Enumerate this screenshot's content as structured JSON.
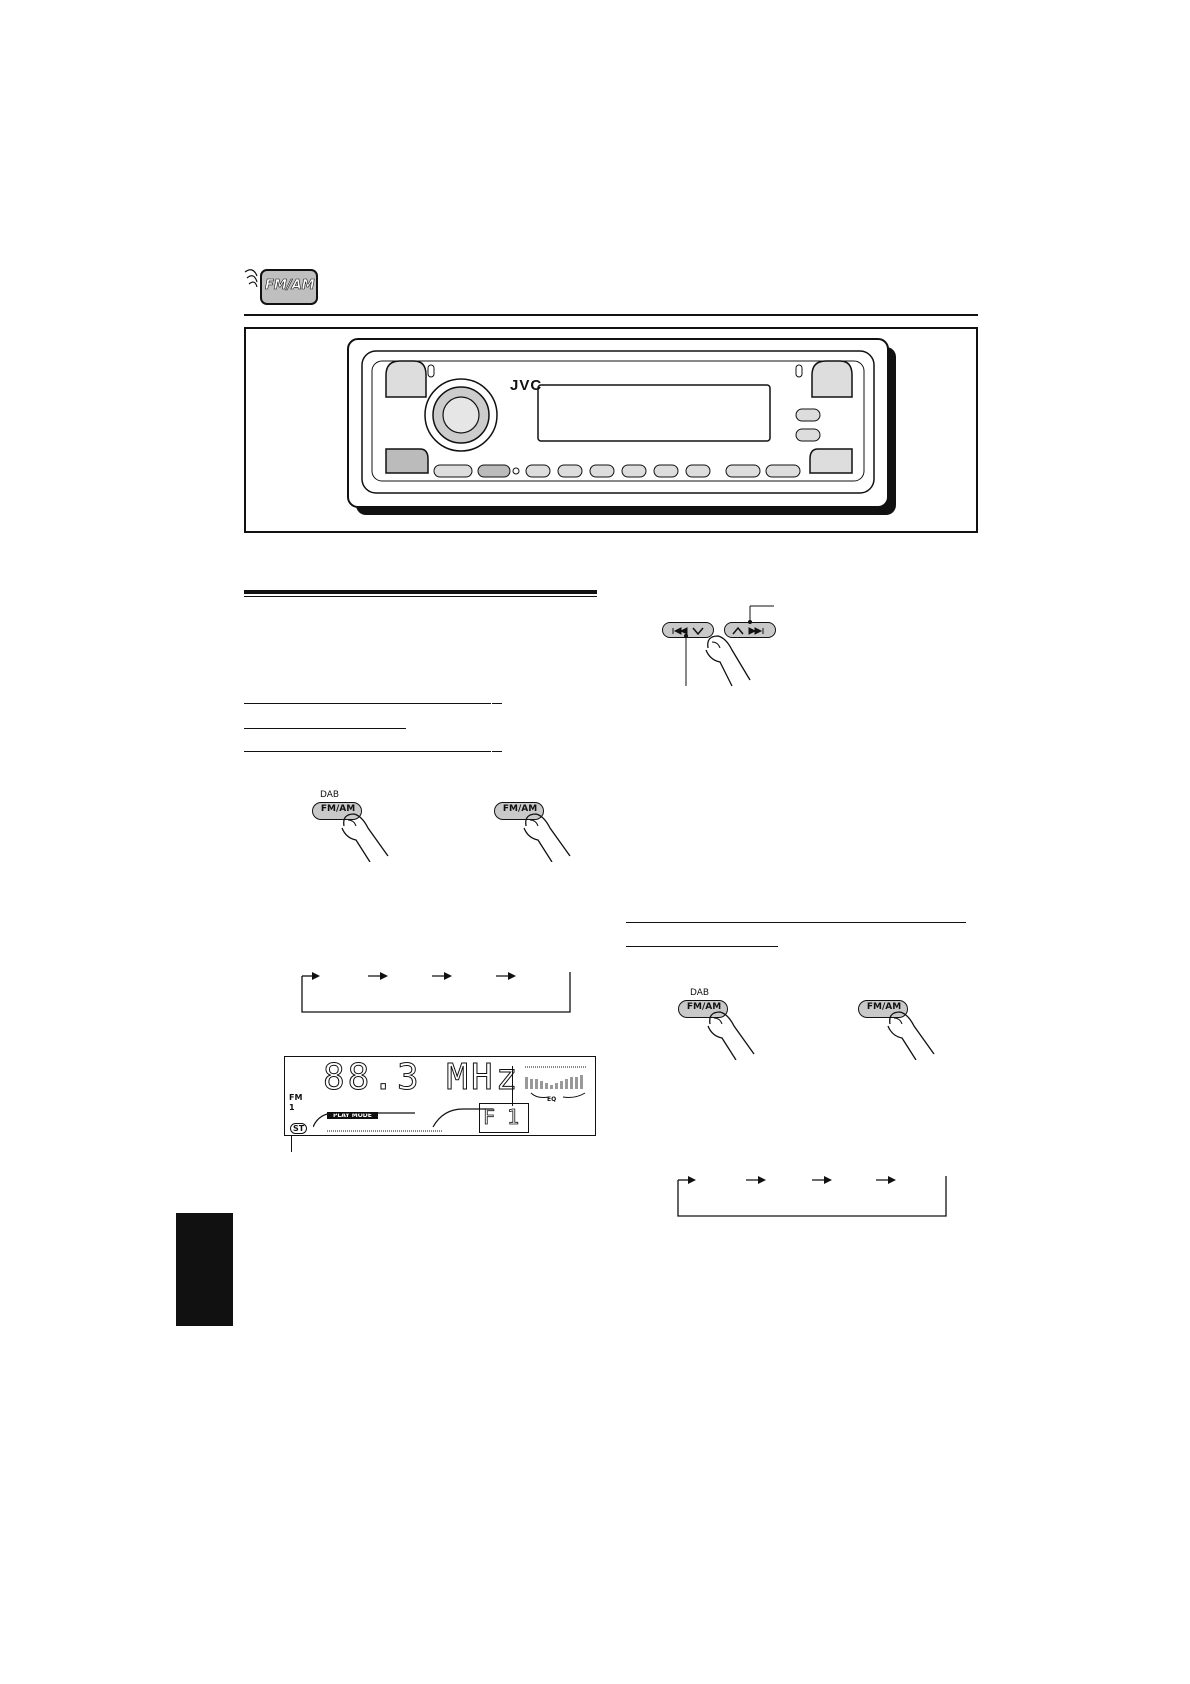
{
  "header": {
    "badge_label": "FM/AM"
  },
  "faceplate": {
    "brand": "JVC"
  },
  "left_column": {
    "band_button_top_label": "DAB",
    "band_button_label": "FM/AM",
    "band_button_label_2": "FM/AM",
    "display": {
      "frequency": "88.3 MHz",
      "band": "FM",
      "band_number": "1",
      "play_mode": "PLAY MODE",
      "eq": "EQ",
      "preset": "F 1",
      "stereo_indicator": "ST"
    }
  },
  "right_column": {
    "band_button_top_label": "DAB",
    "band_button_label": "FM/AM",
    "band_button_label_2": "FM/AM"
  },
  "colors": {
    "ink": "#111111",
    "button_fill": "#c9c9c9",
    "side_tab": "#111111"
  }
}
